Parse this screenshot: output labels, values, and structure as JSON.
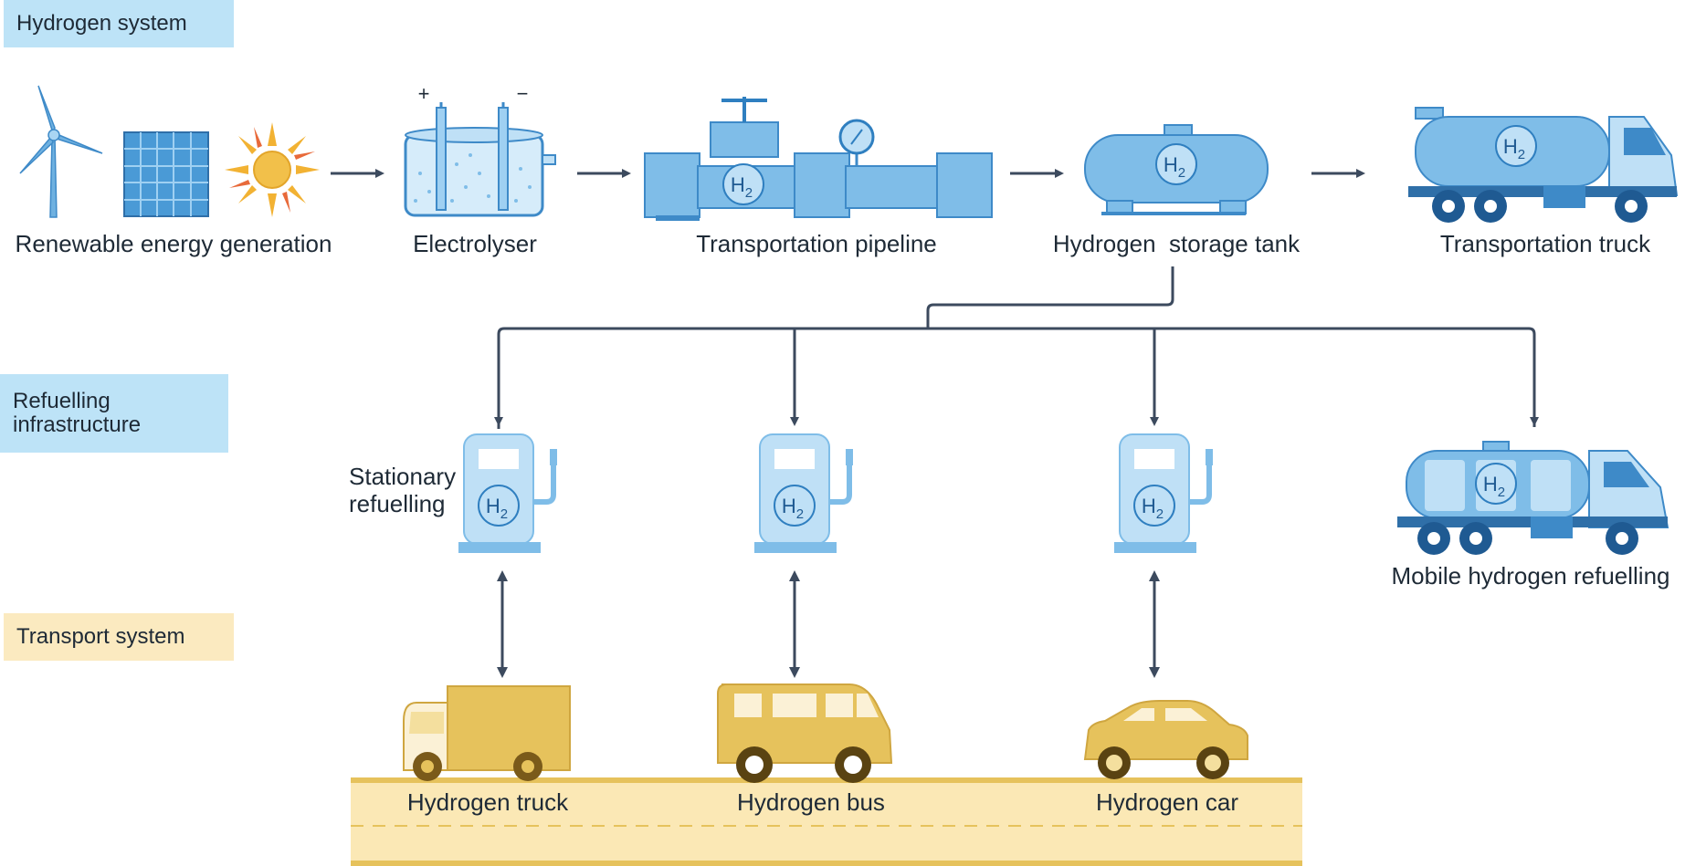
{
  "sections": {
    "hydrogen_system": "Hydrogen system",
    "refuelling_line1": "Refuelling",
    "refuelling_line2": "infrastructure",
    "transport_system": "Transport system"
  },
  "supply_chain": {
    "renewable": "Renewable energy generation",
    "electrolyser": "Electrolyser",
    "pipeline": "Transportation pipeline",
    "storage": "Hydrogen  storage tank",
    "truck": "Transportation truck"
  },
  "electrolyser_terminals": {
    "positive": "+",
    "negative": "−"
  },
  "h2_symbol": {
    "letter": "H",
    "subscript": "2"
  },
  "refuelling": {
    "stationary_line1": "Stationary",
    "stationary_line2": "refuelling",
    "mobile": "Mobile hydrogen refuelling"
  },
  "vehicles": {
    "truck": "Hydrogen truck",
    "bus": "Hydrogen bus",
    "car": "Hydrogen car"
  },
  "colors": {
    "section_blue": "#bde3f7",
    "section_yellow": "#fbeac0",
    "hydrogen_blue": "#7fbde8",
    "hydrogen_dark": "#2f7fc0",
    "vehicle_yellow": "#e6c25c",
    "arrow": "#3c4a5e",
    "road": "#fbe8b5"
  },
  "icons": [
    "wind-turbine-icon",
    "solar-panel-icon",
    "sun-icon",
    "electrolyser-icon",
    "pipeline-icon",
    "storage-tank-icon",
    "tanker-truck-icon",
    "fuel-pump-icon",
    "mobile-refuelling-truck-icon",
    "truck-icon",
    "bus-icon",
    "car-icon"
  ]
}
